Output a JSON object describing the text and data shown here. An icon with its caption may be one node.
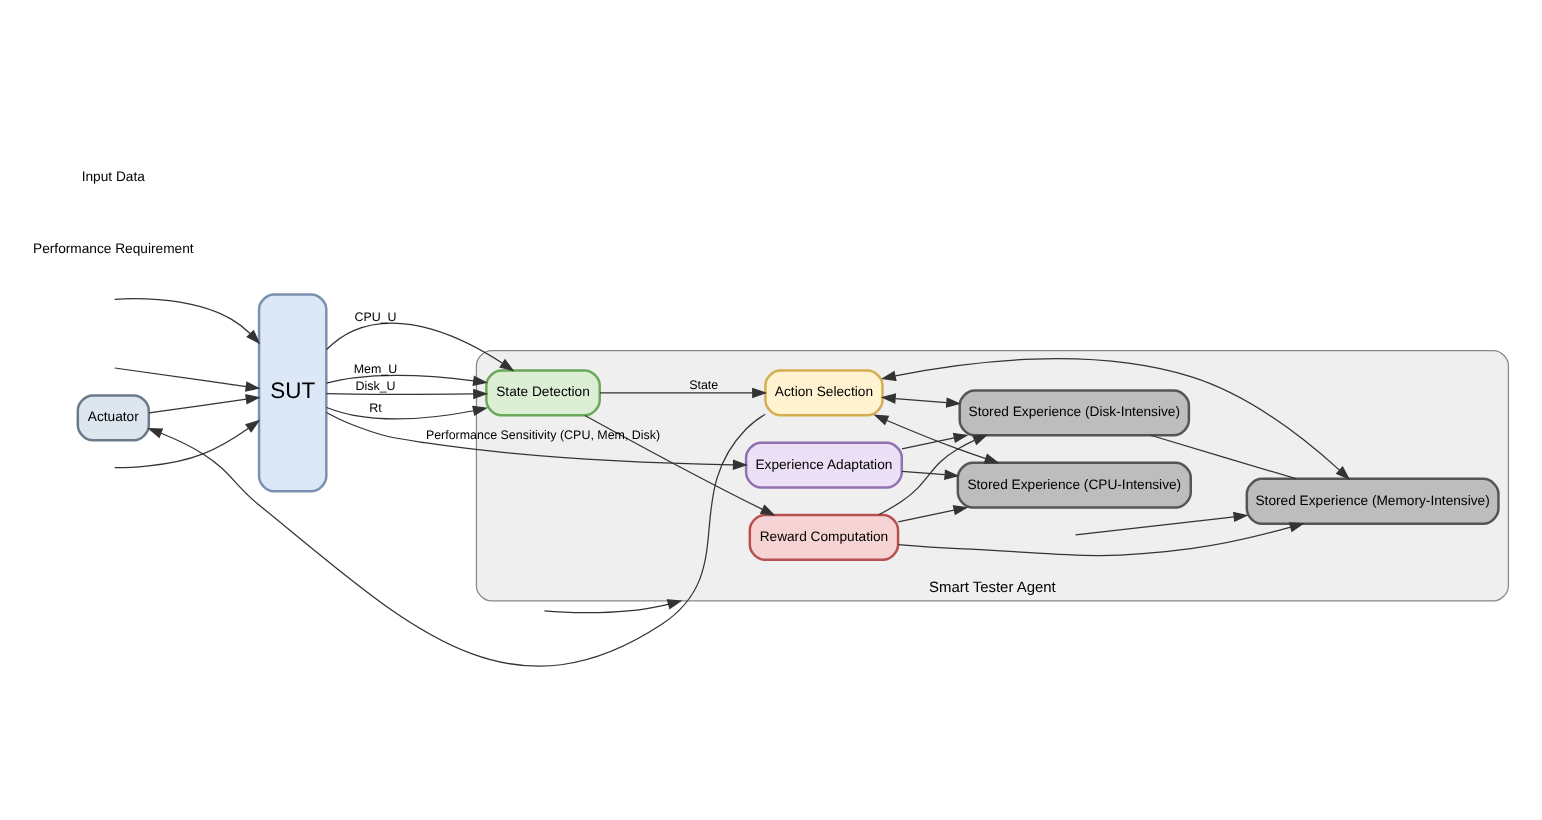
{
  "diagram": {
    "nodes": [
      {
        "text": [
          "Smart Tester Agent"
        ]
      },
      {
        "text": [
          "Actuator"
        ]
      },
      {
        "text": [
          "SUT"
        ]
      },
      {
        "text": [
          "Reward Computation"
        ],
        "in": 0
      },
      {
        "text": [
          "State Detection"
        ],
        "in": 0
      },
      {
        "text": [
          "Action Selection"
        ],
        "in": 0
      },
      {
        "text": [
          "Stored Experience (Disk-Intensive)"
        ],
        "in": 0
      },
      {
        "text": [
          "Stored Experience (Memory-Intensive)"
        ],
        "in": 0
      },
      {
        "text": [
          "Stored Experience (CPU-Intensive)"
        ],
        "in": 0
      },
      {
        "text": [
          "Experience Adaptation"
        ],
        "in": 0
      }
    ],
    "edges": [
      {
        "from": 1,
        "to": 2,
        "arrow": "to"
      },
      {
        "from": 2,
        "to": 4,
        "label": "CPU_U",
        "arrow": "to"
      },
      {
        "from": 2,
        "to": 4,
        "label": "Mem_U",
        "arrow": "to"
      },
      {
        "from": 2,
        "to": 4,
        "label": "Disk_U",
        "arrow": "to"
      },
      {
        "from": 2,
        "to": 4,
        "label": "Rt",
        "arrow": "to"
      },
      {
        "from": 2,
        "to": 9,
        "label": "Performance Sensitivity (CPU, Mem, Disk)",
        "arrow": "to"
      },
      {
        "from": 4,
        "to": 3,
        "arrow": "to"
      },
      {
        "from": 4,
        "to": 5,
        "label": "State",
        "arrow": "to"
      },
      {
        "from": 5,
        "to": 1,
        "arrow": "to"
      },
      {
        "from": 3,
        "to": 6,
        "arrow": "to"
      },
      {
        "from": 3,
        "to": 7,
        "arrow": "to"
      },
      {
        "from": 3,
        "to": 8,
        "arrow": "to"
      },
      {
        "from": 5,
        "to": 6,
        "arrow": "both"
      },
      {
        "from": 5,
        "to": 7,
        "arrow": "both"
      },
      {
        "from": 5,
        "to": 8,
        "arrow": "both"
      },
      {
        "from": 6,
        "to": 7,
        "arrow": "none"
      },
      {
        "from": 9,
        "to": 6,
        "arrow": "to"
      },
      {
        "from": null,
        "to": 7,
        "arrow": "to"
      },
      {
        "from": 9,
        "to": 8,
        "arrow": "to"
      },
      {
        "from": null,
        "to": 2,
        "arrow": "to"
      },
      {
        "from": null,
        "to": 2,
        "arrow": "to"
      },
      {
        "from": null,
        "to": 2,
        "arrow": "to"
      },
      {
        "from": null,
        "to": 0,
        "arrow": "to"
      }
    ],
    "labels": [
      "Performance Requirement",
      "Input Data"
    ]
  }
}
